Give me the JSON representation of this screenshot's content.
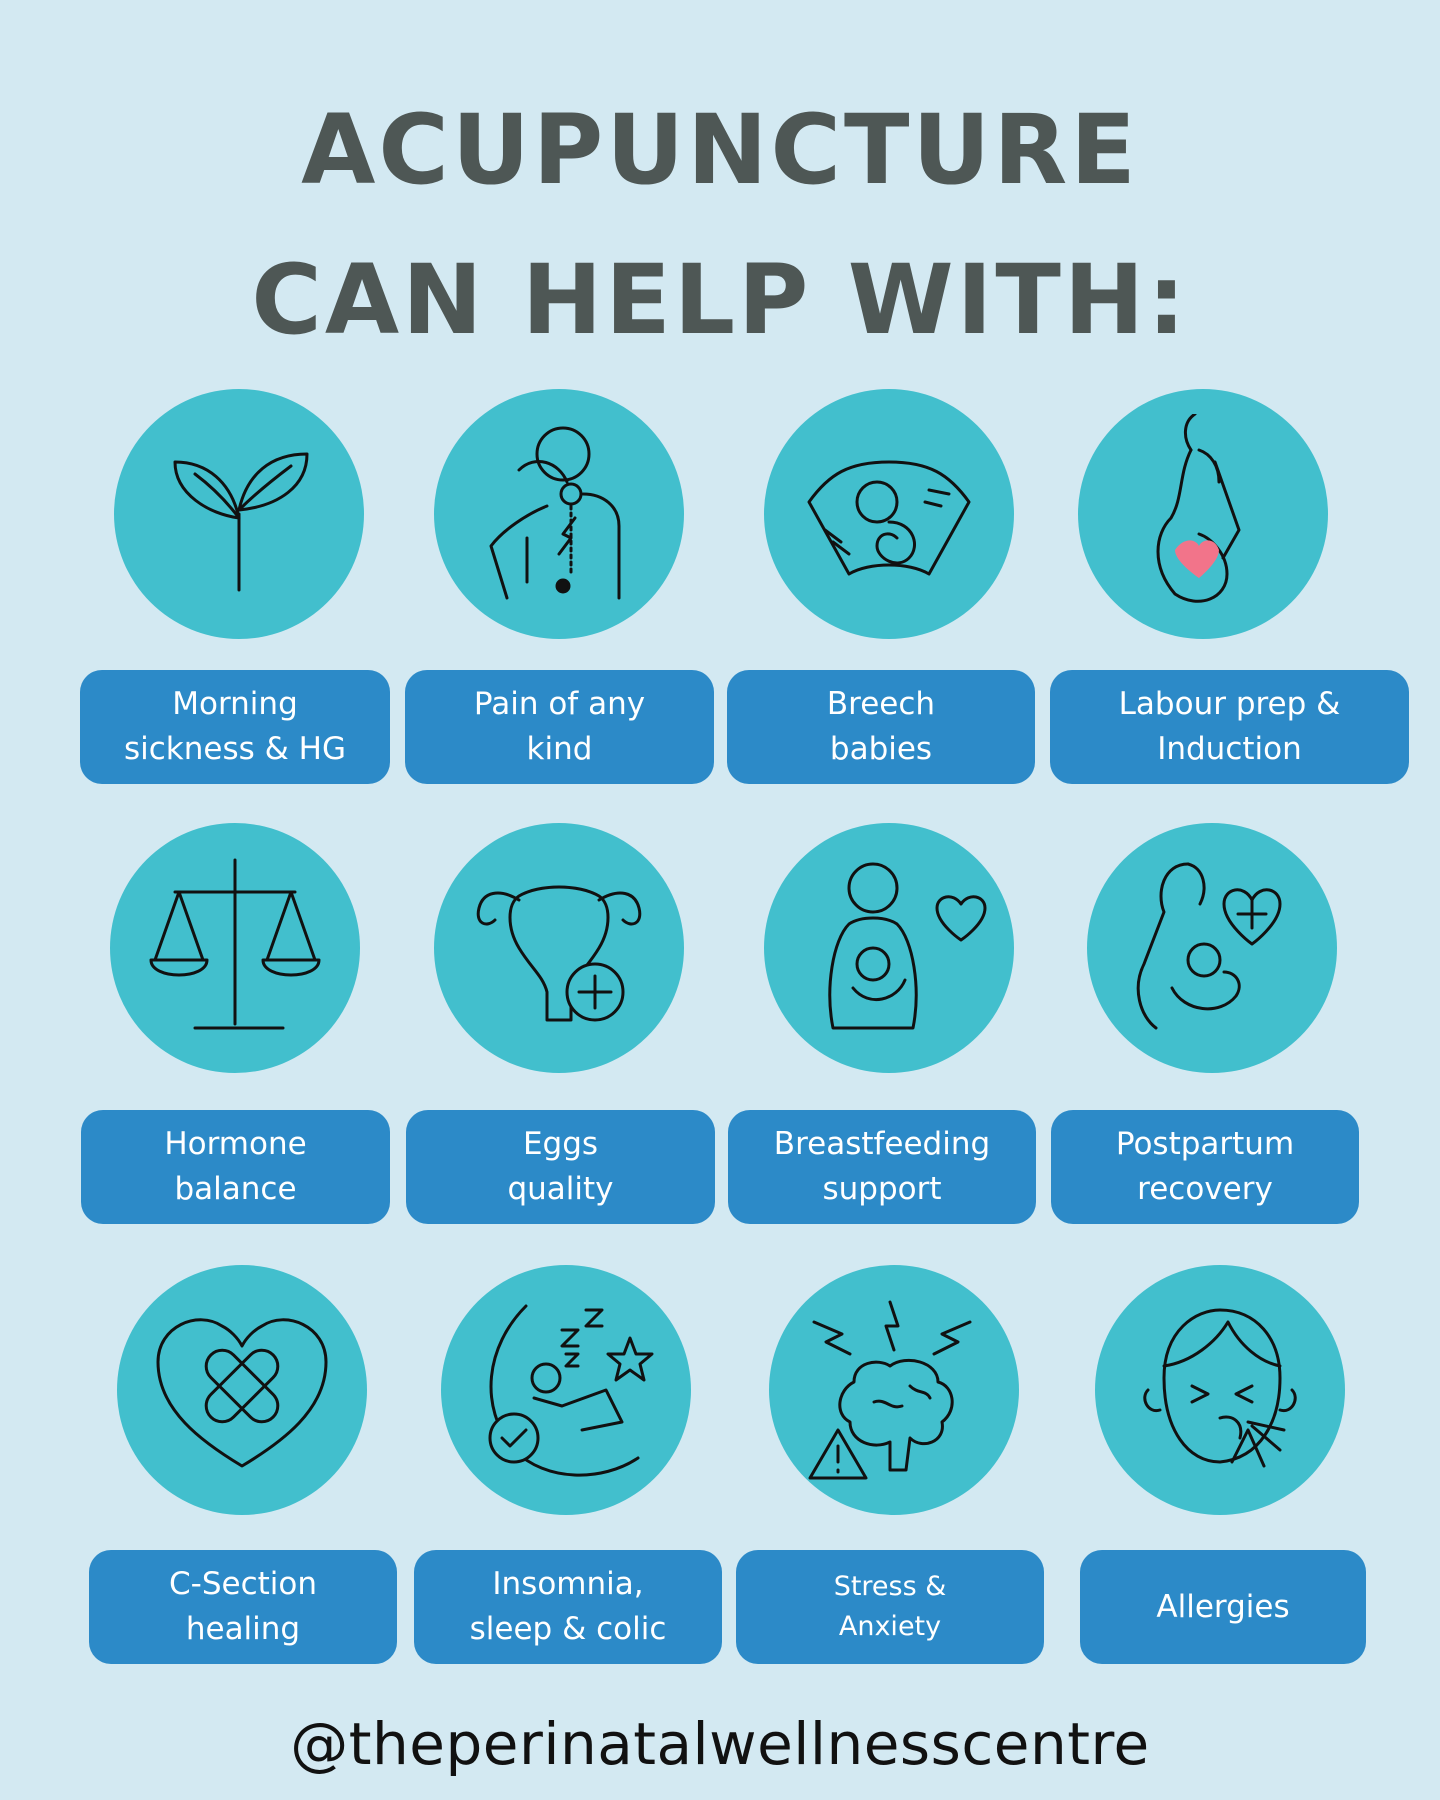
{
  "title": {
    "line1": "ACUPUNCTURE",
    "line2": "CAN HELP WITH:"
  },
  "items": [
    {
      "label": "Morning\nsickness & HG",
      "icon": "sprout-icon"
    },
    {
      "label": "Pain of any\nkind",
      "icon": "body-pain-icon"
    },
    {
      "label": "Breech\nbabies",
      "icon": "ultrasound-baby-icon"
    },
    {
      "label": "Labour prep &\nInduction",
      "icon": "pregnant-woman-icon"
    },
    {
      "label": "Hormone\nbalance",
      "icon": "balance-scale-icon"
    },
    {
      "label": "Eggs\nquality",
      "icon": "uterus-plus-icon"
    },
    {
      "label": "Breastfeeding\nsupport",
      "icon": "breastfeeding-icon"
    },
    {
      "label": "Postpartum\nrecovery",
      "icon": "mother-baby-heart-icon"
    },
    {
      "label": "C-Section\nhealing",
      "icon": "heart-bandage-icon"
    },
    {
      "label": "Insomnia,\nsleep & colic",
      "icon": "sleep-moon-icon"
    },
    {
      "label": "Stress &\nAnxiety",
      "icon": "stressed-brain-icon"
    },
    {
      "label": "Allergies",
      "icon": "sneezing-face-icon"
    }
  ],
  "footer": {
    "handle": "@theperinatalwellnesscentre"
  },
  "colors": {
    "background": "#d3e9f2",
    "circle": "#42bfcd",
    "label_bg": "#2c8ac8",
    "title": "#4e5755",
    "heart_accent": "#f2748a"
  }
}
